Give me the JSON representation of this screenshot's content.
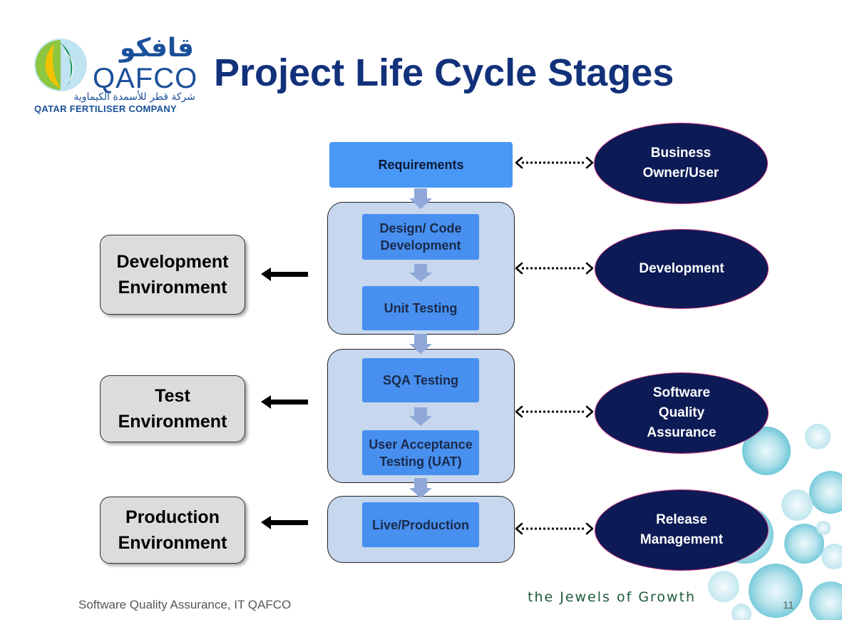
{
  "title": "Project Life Cycle Stages",
  "logo": {
    "arabic_name": "قافكو",
    "latin_name": "QAFCO",
    "arabic_company": "شركة قطر للأسمدة الكيماوية",
    "company": "QATAR FERTILISER COMPANY"
  },
  "stages": {
    "requirements": "Requirements",
    "design_code": "Design/ Code Development",
    "unit_testing": "Unit Testing",
    "sqa_testing": "SQA Testing",
    "uat": "User Acceptance Testing (UAT)",
    "live_production": "Live/Production"
  },
  "environments": {
    "development": "Development Environment",
    "test": "Test Environment",
    "production": "Production Environment"
  },
  "roles": {
    "business_owner": "Business Owner/User",
    "development": "Development",
    "sqa": "Software Quality Assurance",
    "release": "Release Management"
  },
  "footer": {
    "left": "Software Quality Assurance, IT QAFCO",
    "slogan": "the Jewels of Growth",
    "page": "11"
  },
  "colors": {
    "title": "#12317a",
    "stage_fill": "#4790f0",
    "group_fill": "#c6d7ee",
    "oval_fill": "#0c1a55",
    "env_fill": "#dcdcdc"
  }
}
